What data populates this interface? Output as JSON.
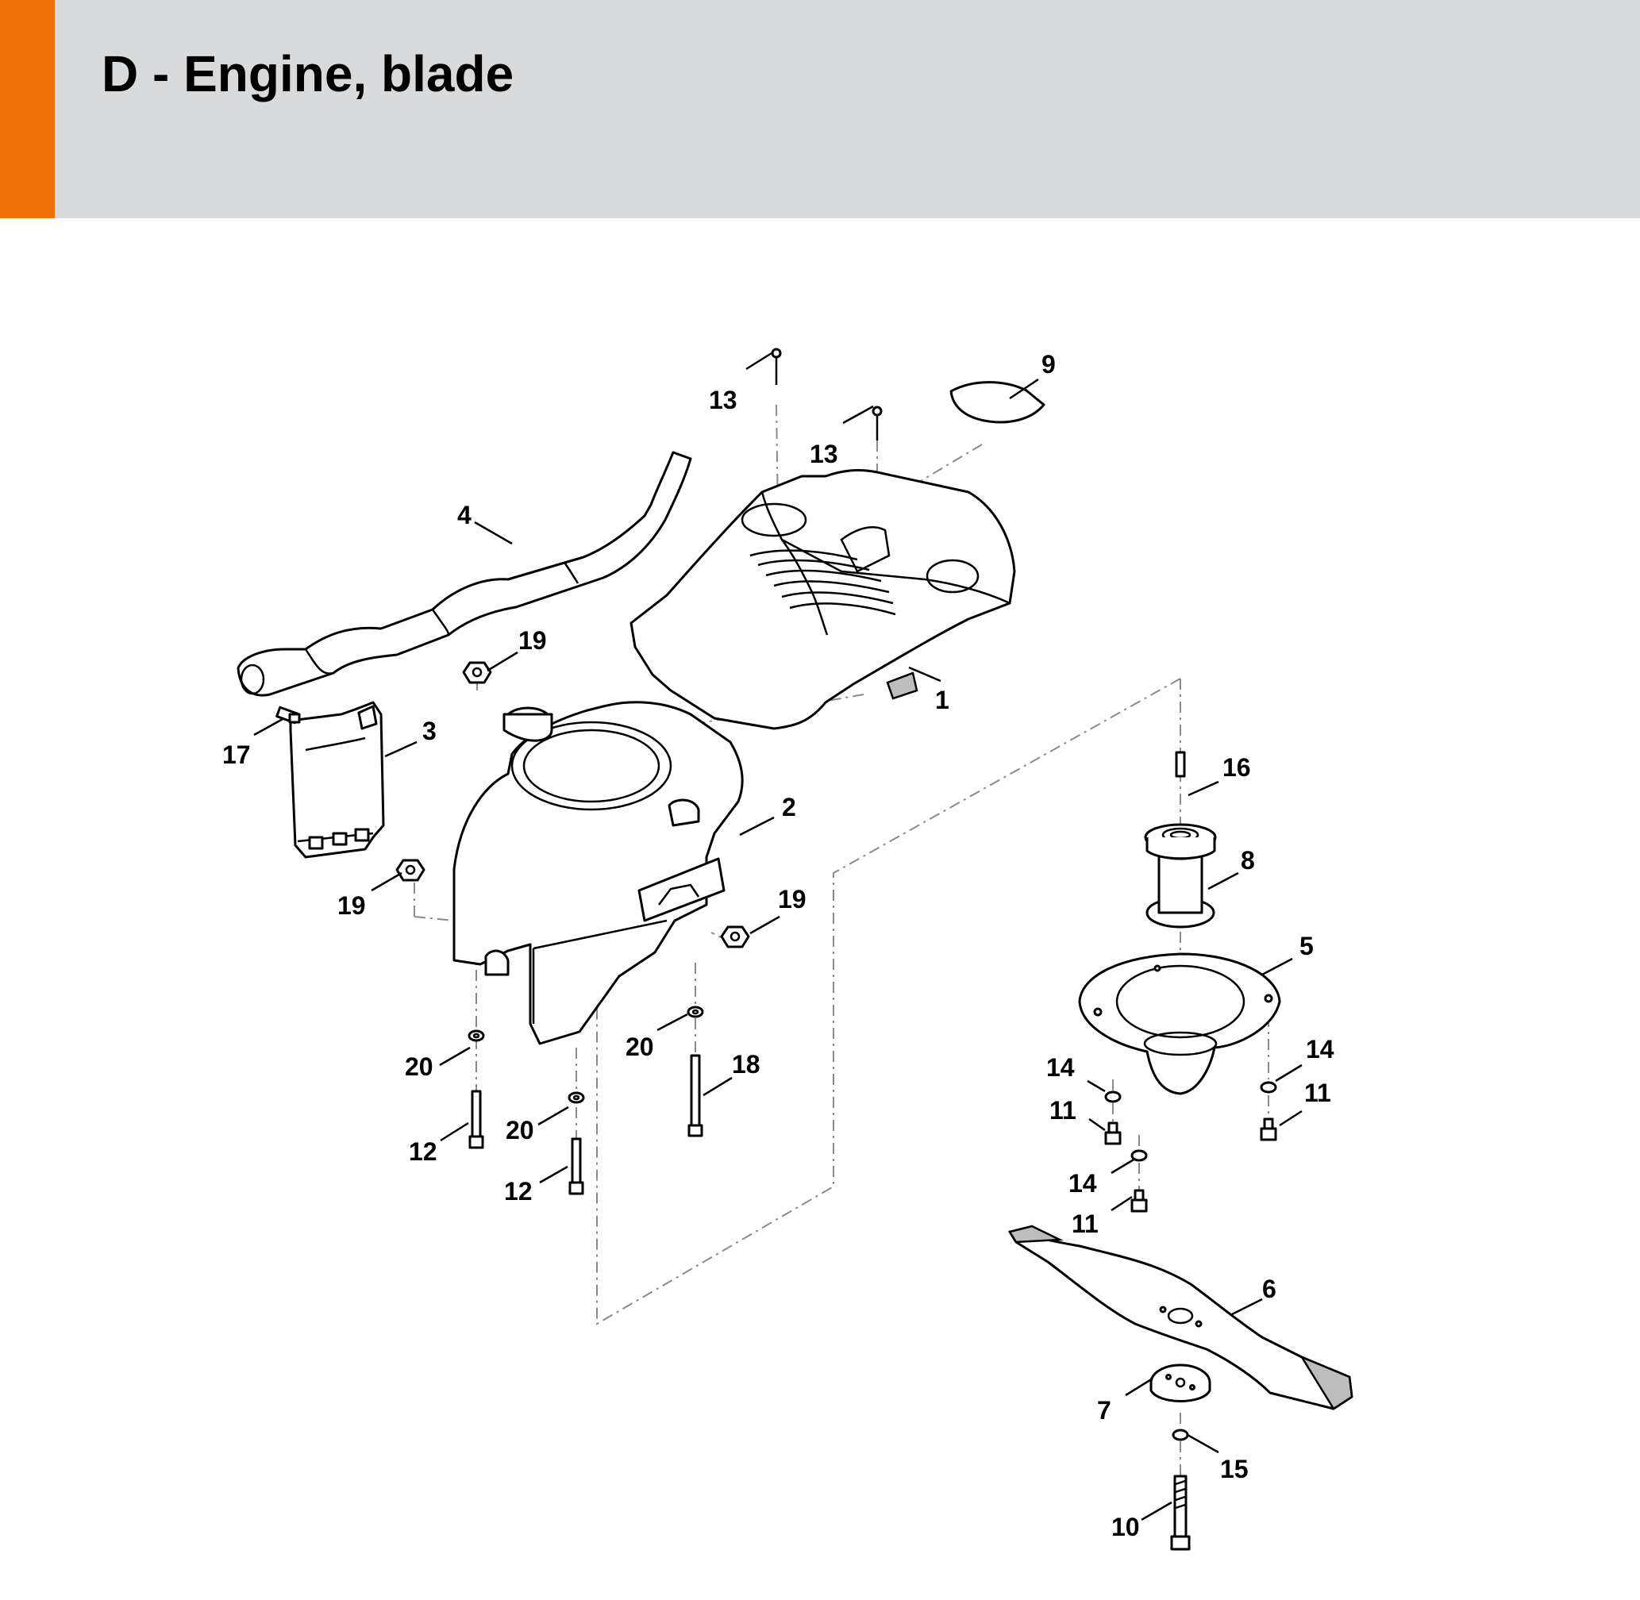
{
  "header": {
    "title": "D - Engine, blade",
    "accent_color": "#ee7203",
    "band_color": "#d9dadb"
  },
  "callouts": [
    {
      "id": "c1",
      "label": "1"
    },
    {
      "id": "c2",
      "label": "2"
    },
    {
      "id": "c3",
      "label": "3"
    },
    {
      "id": "c4",
      "label": "4"
    },
    {
      "id": "c5",
      "label": "5"
    },
    {
      "id": "c6",
      "label": "6"
    },
    {
      "id": "c7",
      "label": "7"
    },
    {
      "id": "c8",
      "label": "8"
    },
    {
      "id": "c9",
      "label": "9"
    },
    {
      "id": "c10",
      "label": "10"
    },
    {
      "id": "c11a",
      "label": "11"
    },
    {
      "id": "c11b",
      "label": "11"
    },
    {
      "id": "c11c",
      "label": "11"
    },
    {
      "id": "c12a",
      "label": "12"
    },
    {
      "id": "c12b",
      "label": "12"
    },
    {
      "id": "c13a",
      "label": "13"
    },
    {
      "id": "c13b",
      "label": "13"
    },
    {
      "id": "c14a",
      "label": "14"
    },
    {
      "id": "c14b",
      "label": "14"
    },
    {
      "id": "c14c",
      "label": "14"
    },
    {
      "id": "c15",
      "label": "15"
    },
    {
      "id": "c16",
      "label": "16"
    },
    {
      "id": "c17",
      "label": "17"
    },
    {
      "id": "c18",
      "label": "18"
    },
    {
      "id": "c19a",
      "label": "19"
    },
    {
      "id": "c19b",
      "label": "19"
    },
    {
      "id": "c19c",
      "label": "19"
    },
    {
      "id": "c20a",
      "label": "20"
    },
    {
      "id": "c20b",
      "label": "20"
    },
    {
      "id": "c20c",
      "label": "20"
    }
  ]
}
